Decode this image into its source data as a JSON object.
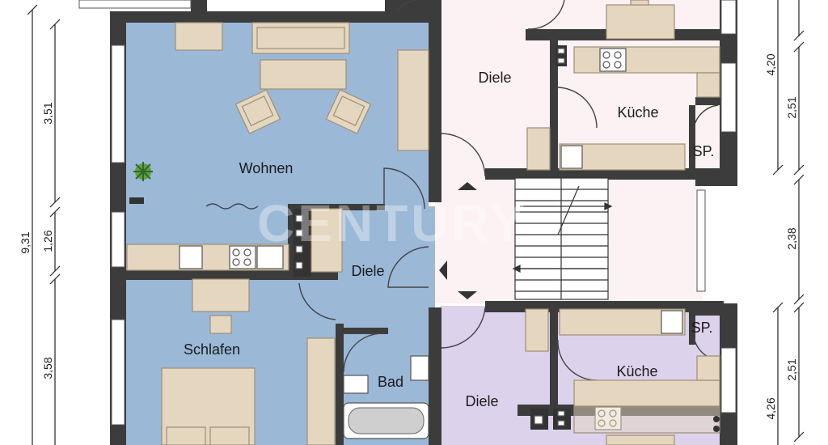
{
  "rooms": {
    "wohnen": "Wohnen",
    "schlafen": "Schlafen",
    "bad": "Bad",
    "diele_left": "Diele",
    "diele_top_right": "Diele",
    "diele_bottom_right": "Diele",
    "kueche_top": "Küche",
    "kueche_bottom": "Küche",
    "sp_top": "SP.",
    "sp_bottom": "SP."
  },
  "dimensions": {
    "left_total": "9,31",
    "left_top": "3,51",
    "left_middle": "1,26",
    "left_bottom": "3,58",
    "right_top": "4,20",
    "right_top_inner": "2,51",
    "right_middle": "2,38",
    "right_bottom_inner": "2,51",
    "right_bottom": "4,26"
  },
  "watermark": "CENTURY",
  "colors": {
    "blue_unit": "#9bb8d7",
    "pink_unit": "#fcf1f3",
    "purple_unit": "#dcd2ec",
    "wall": "#3c3c3c",
    "furniture": "#e4d6bf"
  }
}
